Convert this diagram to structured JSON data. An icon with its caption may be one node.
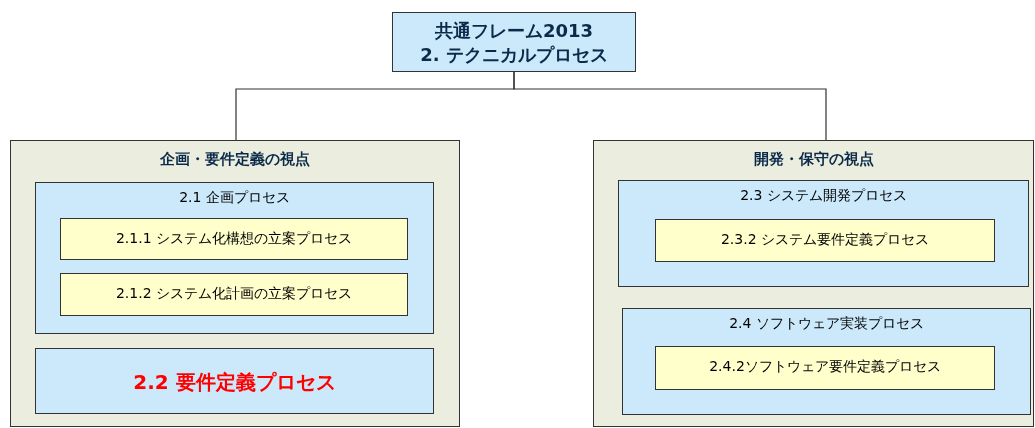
{
  "diagram": {
    "nodes": [
      {
        "text": [
          "共通フレーム2013",
          "2. テクニカルプロセス"
        ]
      },
      {
        "text": [
          "企画・要件定義の視点"
        ]
      },
      {
        "text": [
          "2.1 企画プロセス"
        ],
        "in": 1
      },
      {
        "text": [
          "2.1.1 システム化構想の立案プロセス"
        ],
        "in": 2
      },
      {
        "text": [
          "2.1.2 システム化計画の立案プロセス"
        ],
        "in": 2
      },
      {
        "text": [
          "2.2 要件定義プロセス"
        ],
        "in": 1
      },
      {
        "text": [
          "開発・保守の視点"
        ]
      },
      {
        "text": [
          "2.3 システム開発プロセス"
        ],
        "in": 6
      },
      {
        "text": [
          "2.3.2 システム要件定義プロセス"
        ],
        "in": 7
      },
      {
        "text": [
          "2.4 ソフトウェア実装プロセス"
        ],
        "in": 6
      },
      {
        "text": [
          "2.4.2ソフトウェア要件定義プロセス"
        ],
        "in": 9
      }
    ],
    "edges": [
      {
        "from": 0,
        "to": 1,
        "arrow": "none"
      },
      {
        "from": 0,
        "to": 6,
        "arrow": "none"
      }
    ]
  }
}
